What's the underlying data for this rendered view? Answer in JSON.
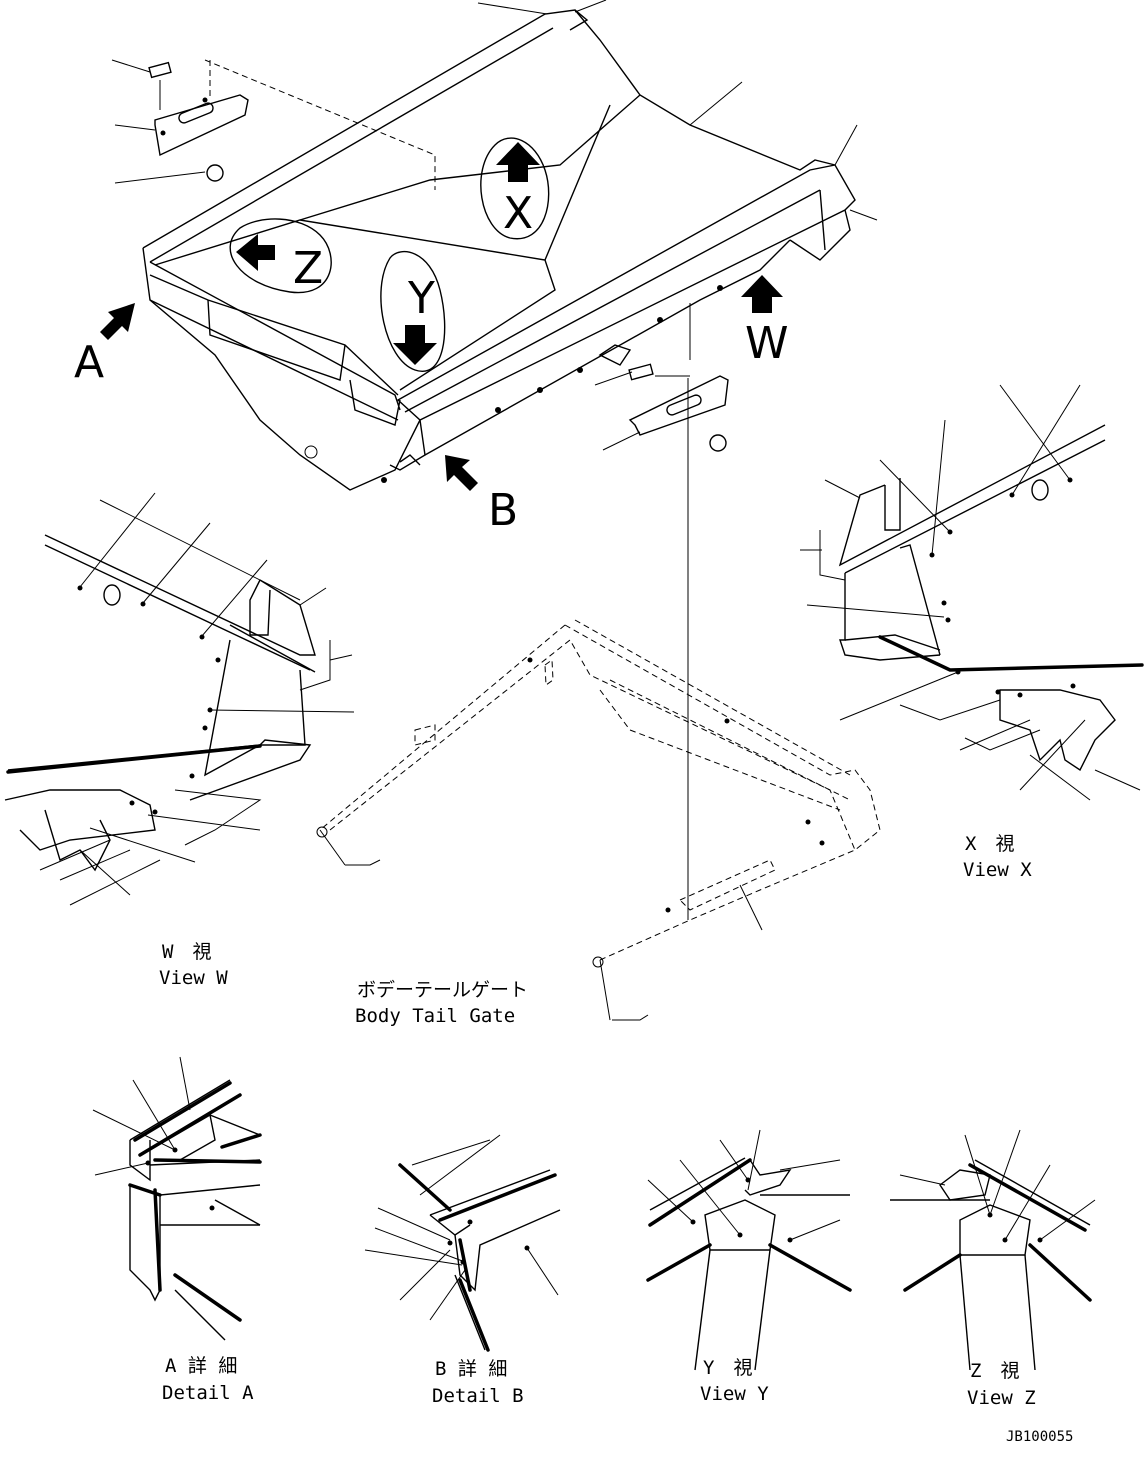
{
  "markers": {
    "a": "A",
    "b": "B",
    "w": "W",
    "x": "X",
    "y": "Y",
    "z": "Z"
  },
  "views": {
    "view_w_jp": "W　視",
    "view_w_en": "View W",
    "view_x_jp": "X　視",
    "view_x_en": "View X",
    "tailgate_jp": "ボデーテールゲート",
    "tailgate_en": "Body Tail Gate",
    "detail_a_jp": "A 詳 細",
    "detail_a_en": "Detail A",
    "detail_b_jp": "B 詳 細",
    "detail_b_en": "Detail B",
    "view_y_jp": "Y　視",
    "view_y_en": "View Y",
    "view_z_jp": "Z　視",
    "view_z_en": "View Z"
  },
  "drawing_code": "JB100055"
}
